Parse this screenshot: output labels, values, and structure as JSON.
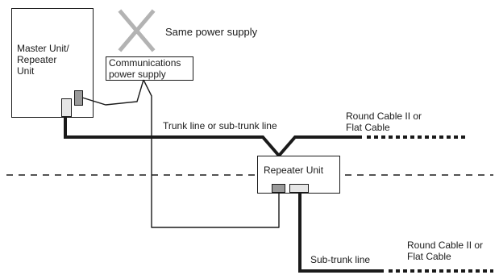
{
  "master_unit": {
    "lines": [
      "Master Unit/",
      "Repeater",
      "Unit"
    ]
  },
  "comm_power": {
    "lines": [
      "Communications",
      "power supply"
    ]
  },
  "same_power": {
    "text": "Same power supply"
  },
  "trunk_line": {
    "text": "Trunk line or sub-trunk line"
  },
  "cable_top": {
    "lines": [
      "Round Cable II or",
      "Flat Cable"
    ]
  },
  "repeater_unit": {
    "text": "Repeater Unit"
  },
  "sub_trunk": {
    "text": "Sub-trunk line"
  },
  "cable_bottom": {
    "lines": [
      "Round Cable II or",
      "Flat Cable"
    ]
  },
  "colors": {
    "line": "#1a1a1a",
    "cross": "#b3b3b3",
    "connector_dark": "#9a9a9a",
    "connector_light": "#e6e6e6"
  }
}
